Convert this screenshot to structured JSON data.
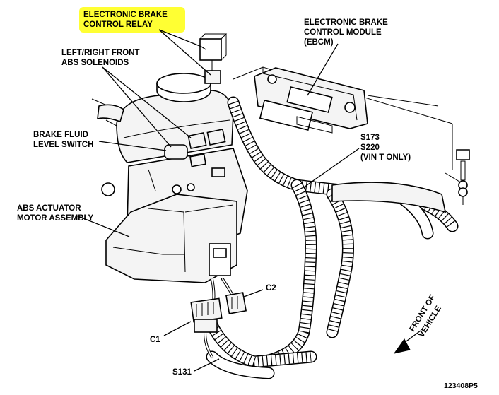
{
  "labels": {
    "ebcr_line1": "ELECTRONIC BRAKE",
    "ebcr_line2": "CONTROL RELAY",
    "ebcm_line1": "ELECTRONIC BRAKE",
    "ebcm_line2": "CONTROL MODULE",
    "ebcm_line3": "(EBCM)",
    "solenoids_line1": "LEFT/RIGHT FRONT",
    "solenoids_line2": "ABS SOLENOIDS",
    "fluid_line1": "BRAKE FLUID",
    "fluid_line2": "LEVEL SWITCH",
    "actuator_line1": "ABS ACTUATOR",
    "actuator_line2": "MOTOR ASSEMBLY",
    "splice_line1": "S173",
    "splice_line2": "S220",
    "splice_line3": "(VIN T ONLY)",
    "c1": "C1",
    "c2": "C2",
    "s131": "S131",
    "front_line1": "FRONT OF",
    "front_line2": "VEHICLE",
    "figure_id": "123408P5"
  },
  "highlight_color": "#ffff33"
}
